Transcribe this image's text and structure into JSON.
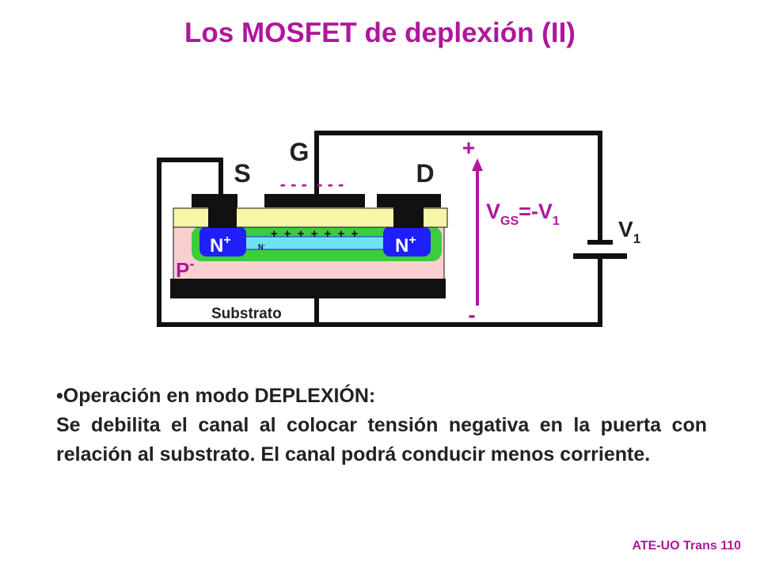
{
  "slide": {
    "title": "Los MOSFET de deplexión (II)",
    "footer": "ATE-UO Trans 110"
  },
  "diagram": {
    "gate_label": "G",
    "source_label": "S",
    "drain_label": "D",
    "gate_charges": "- - -  - - -",
    "channel_charges": "+ + + + + + +",
    "n_plus": "N",
    "n_plus_sup": "+",
    "n_minus": "N",
    "n_minus_sup": "-",
    "p_minus": "P",
    "p_minus_sup": "-",
    "substrate_label": "Substrato",
    "plus_sign": "+",
    "minus_sign": "-",
    "vgs_v": "V",
    "vgs_sub": "GS",
    "vgs_eq": "=-V",
    "vgs_eq_sub": "1",
    "v1_v": "V",
    "v1_sub": "1",
    "colors": {
      "accent": "#b0169a",
      "metal": "#111111",
      "oxide": "#f7f6a6",
      "p_substrate": "#fbcfcf",
      "n_plus_region": "#1f1ffc",
      "depletion": "#3ccc3c",
      "n_channel": "#6fe2f2"
    }
  },
  "bullet": "•",
  "heading": "Operación en modo DEPLEXIÓN:",
  "paragraph": "Se debilita el canal al colocar tensión negativa en la puerta con relación al substrato. El canal podrá conducir menos corriente."
}
